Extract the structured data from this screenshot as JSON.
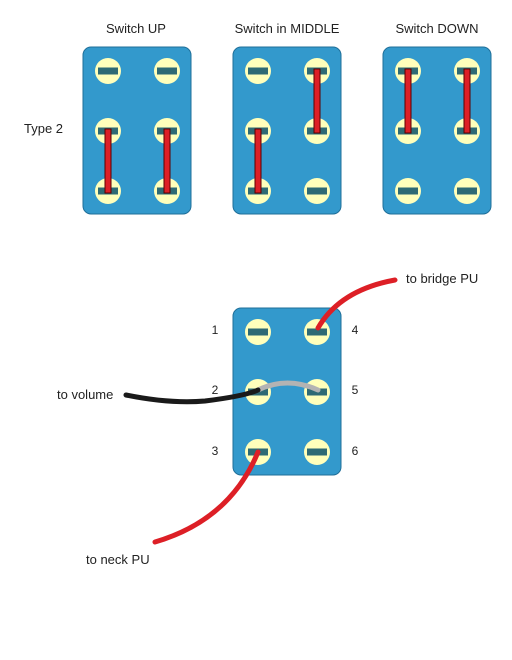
{
  "row_label": "Type 2",
  "positions": [
    {
      "title": "Switch UP",
      "jumpers": [
        [
          2,
          3
        ],
        [
          5,
          6
        ]
      ]
    },
    {
      "title": "Switch in MIDDLE",
      "jumpers": [
        [
          2,
          3
        ],
        [
          4,
          5
        ]
      ]
    },
    {
      "title": "Switch DOWN",
      "jumpers": [
        [
          1,
          2
        ],
        [
          4,
          5
        ]
      ]
    }
  ],
  "wiring": {
    "lug_numbers": [
      "1",
      "2",
      "3",
      "4",
      "5",
      "6"
    ],
    "labels": {
      "bridge": "to bridge PU",
      "volume": "to volume",
      "neck": "to neck PU"
    }
  },
  "colors": {
    "switch_body": "#3399cc",
    "switch_border": "#1f6f99",
    "lug": "#ffffbb",
    "slot": "#2e6a74",
    "jumper": "#dd1f26",
    "wire_bridge": "#dd1f26",
    "wire_neck": "#dd1f26",
    "wire_volume": "#1a1a1a",
    "wire_link": "#b3b3b3"
  }
}
